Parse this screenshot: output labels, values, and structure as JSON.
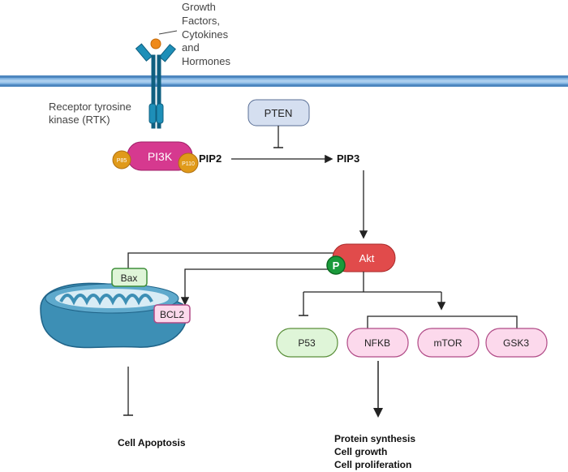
{
  "ligand_label": [
    "Growth",
    "Factors,",
    "Cytokines",
    "and",
    "Hormones"
  ],
  "receptor_label": [
    "Receptor tyrosine",
    "kinase (RTK)"
  ],
  "pi3k": {
    "label": "PI3K",
    "p85": "P85",
    "p110": "P110"
  },
  "pip2": "PIP2",
  "pip3": "PIP3",
  "pten": "PTEN",
  "akt": {
    "label": "Akt",
    "phospho": "P"
  },
  "bax": "Bax",
  "bcl2": "BCL2",
  "targets": [
    "P53",
    "NFKB",
    "mTOR",
    "GSK3"
  ],
  "apoptosis": "Cell Apoptosis",
  "outcomes": [
    "Protein synthesis",
    "Cell growth",
    "Cell proliferation"
  ],
  "colors": {
    "membrane": "#7fb2e0",
    "receptor": "#1e8fb8",
    "pi3k": "#d6398f",
    "p_subunit": "#e09a1a",
    "akt": "#e14b4b",
    "phospho": "#1a9a3a",
    "pink_box": "#fcd9ec",
    "green_box": "#dff5d8",
    "pten_box": "#d5dff0"
  }
}
